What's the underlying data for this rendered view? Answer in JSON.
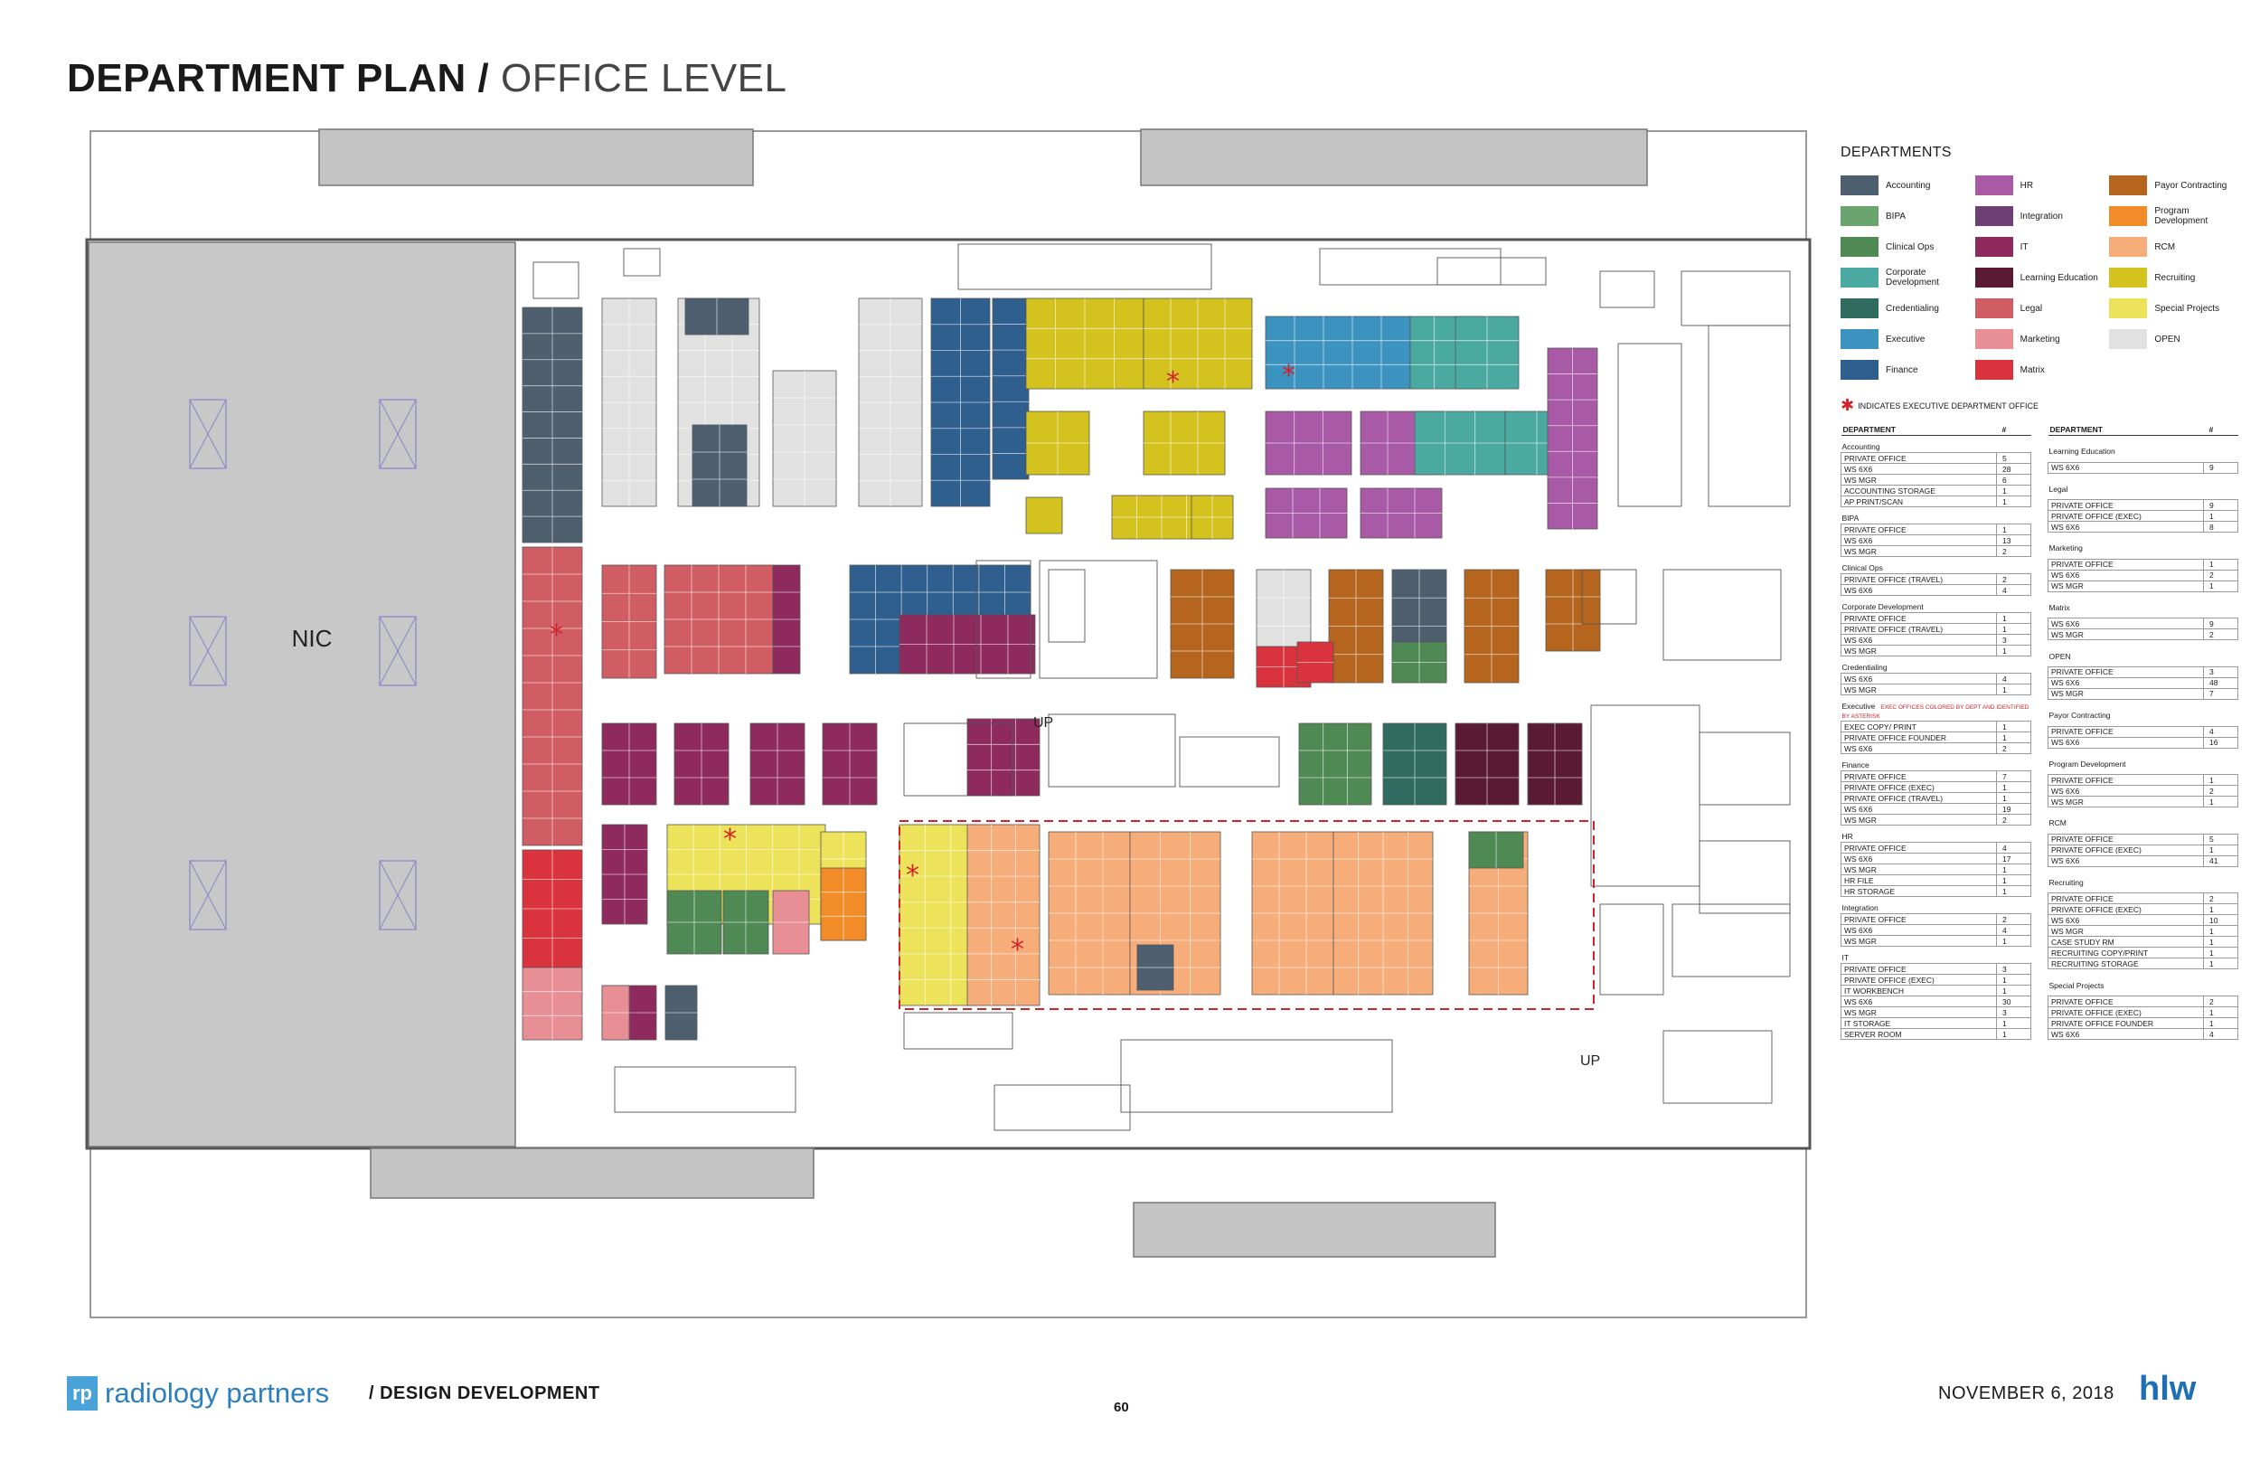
{
  "header": {
    "title_bold": "DEPARTMENT PLAN /",
    "title_light": "OFFICE LEVEL"
  },
  "plan_labels": {
    "nic": "NIC",
    "up": "UP"
  },
  "colors": {
    "Accounting": "#4e6070",
    "BIPA": "#6aa56f",
    "Clinical Ops": "#4f8a55",
    "Corporate Development": "#4aa9a0",
    "Credentialing": "#2f6b5e",
    "Executive": "#3d93c0",
    "Finance": "#2f5f8e",
    "HR": "#a85aa6",
    "Integration": "#6d3f73",
    "IT": "#8e2a5e",
    "Learning Education": "#5a1a33",
    "Legal": "#cf5d63",
    "Marketing": "#e88f96",
    "Matrix": "#d9333d",
    "Payor Contracting": "#b5651d",
    "Program Development": "#f28c28",
    "RCM": "#f7ad7a",
    "Recruiting": "#d4c21f",
    "Special Projects": "#ece35a",
    "OPEN": "#e1e1e1",
    "Core": "#bdbdbd",
    "Exec star": "#d1232a"
  },
  "legend": {
    "title": "DEPARTMENTS",
    "swatches": [
      {
        "name": "Accounting",
        "color": "#4e6070"
      },
      {
        "name": "HR",
        "color": "#a85aa6"
      },
      {
        "name": "Payor Contracting",
        "color": "#b5651d"
      },
      {
        "name": "BIPA",
        "color": "#6aa56f"
      },
      {
        "name": "Integration",
        "color": "#6d3f73"
      },
      {
        "name": "Program Development",
        "color": "#f28c28"
      },
      {
        "name": "Clinical Ops",
        "color": "#4f8a55"
      },
      {
        "name": "IT",
        "color": "#8e2a5e"
      },
      {
        "name": "RCM",
        "color": "#f7ad7a"
      },
      {
        "name": "Corporate Development",
        "color": "#4aa9a0"
      },
      {
        "name": "Learning Education",
        "color": "#5a1a33"
      },
      {
        "name": "Recruiting",
        "color": "#d4c21f"
      },
      {
        "name": "Credentialing",
        "color": "#2f6b5e"
      },
      {
        "name": "Legal",
        "color": "#cf5d63"
      },
      {
        "name": "Special Projects",
        "color": "#ece35a"
      },
      {
        "name": "Executive",
        "color": "#3d93c0"
      },
      {
        "name": "Marketing",
        "color": "#e88f96"
      },
      {
        "name": "OPEN",
        "color": "#e1e1e1"
      },
      {
        "name": "Finance",
        "color": "#2f5f8e"
      },
      {
        "name": "Matrix",
        "color": "#d9333d"
      }
    ],
    "exec_note": "INDICATES EXECUTIVE DEPARTMENT OFFICE",
    "table_header_dept": "DEPARTMENT",
    "table_header_num": "#",
    "left_table": [
      {
        "dept": "Accounting",
        "rows": [
          [
            "PRIVATE OFFICE",
            "5"
          ],
          [
            "WS 6X6",
            "28"
          ],
          [
            "WS MGR",
            "6"
          ],
          [
            "ACCOUNTING STORAGE",
            "1"
          ],
          [
            "AP PRINT/SCAN",
            "1"
          ]
        ]
      },
      {
        "dept": "BIPA",
        "rows": [
          [
            "PRIVATE OFFICE",
            "1"
          ],
          [
            "WS 6X6",
            "13"
          ],
          [
            "WS MGR",
            "2"
          ]
        ]
      },
      {
        "dept": "Clinical Ops",
        "rows": [
          [
            "PRIVATE OFFICE (TRAVEL)",
            "2"
          ],
          [
            "WS 6X6",
            "4"
          ]
        ]
      },
      {
        "dept": "Corporate Development",
        "rows": [
          [
            "PRIVATE OFFICE",
            "1"
          ],
          [
            "PRIVATE OFFICE (TRAVEL)",
            "1"
          ],
          [
            "WS 6X6",
            "3"
          ],
          [
            "WS MGR",
            "1"
          ]
        ]
      },
      {
        "dept": "Credentialing",
        "rows": [
          [
            "WS 6X6",
            "4"
          ],
          [
            "WS MGR",
            "1"
          ]
        ]
      },
      {
        "dept": "Executive",
        "rows": [
          [
            "EXEC COPY/ PRINT",
            "1"
          ],
          [
            "PRIVATE OFFICE FOUNDER",
            "1"
          ],
          [
            "WS 6X6",
            "2"
          ]
        ]
      },
      {
        "dept": "Finance",
        "rows": [
          [
            "PRIVATE OFFICE",
            "7"
          ],
          [
            "PRIVATE OFFICE (EXEC)",
            "1"
          ],
          [
            "PRIVATE OFFICE (TRAVEL)",
            "1"
          ],
          [
            "WS 6X6",
            "19"
          ],
          [
            "WS MGR",
            "2"
          ]
        ]
      },
      {
        "dept": "HR",
        "rows": [
          [
            "PRIVATE OFFICE",
            "4"
          ],
          [
            "WS 6X6",
            "17"
          ],
          [
            "WS MGR",
            "1"
          ],
          [
            "HR FILE",
            "1"
          ],
          [
            "HR STORAGE",
            "1"
          ]
        ]
      },
      {
        "dept": "Integration",
        "rows": [
          [
            "PRIVATE OFFICE",
            "2"
          ],
          [
            "WS 6X6",
            "4"
          ],
          [
            "WS MGR",
            "1"
          ]
        ]
      },
      {
        "dept": "IT",
        "rows": [
          [
            "PRIVATE OFFICE",
            "3"
          ],
          [
            "PRIVATE OFFICE (EXEC)",
            "1"
          ],
          [
            "IT WORKBENCH",
            "1"
          ],
          [
            "WS 6X6",
            "30"
          ],
          [
            "WS MGR",
            "3"
          ],
          [
            "IT STORAGE",
            "1"
          ],
          [
            "SERVER ROOM",
            "1"
          ]
        ]
      }
    ],
    "executive_note": "EXEC OFFICES COLORED BY DEPT AND IDENTIFIED BY ASTERISK",
    "right_table": [
      {
        "dept": "Learning Education",
        "rows": [
          [
            "WS 6X6",
            "9"
          ]
        ]
      },
      {
        "dept": "Legal",
        "rows": [
          [
            "PRIVATE OFFICE",
            "9"
          ],
          [
            "PRIVATE OFFICE (EXEC)",
            "1"
          ],
          [
            "WS 6X6",
            "8"
          ]
        ]
      },
      {
        "dept": "Marketing",
        "rows": [
          [
            "PRIVATE OFFICE",
            "1"
          ],
          [
            "WS 6X6",
            "2"
          ],
          [
            "WS MGR",
            "1"
          ]
        ]
      },
      {
        "dept": "Matrix",
        "rows": [
          [
            "WS 6X6",
            "9"
          ],
          [
            "WS MGR",
            "2"
          ]
        ]
      },
      {
        "dept": "OPEN",
        "rows": [
          [
            "PRIVATE OFFICE",
            "3"
          ],
          [
            "WS 6X6",
            "48"
          ],
          [
            "WS MGR",
            "7"
          ]
        ]
      },
      {
        "dept": "Payor Contracting",
        "rows": [
          [
            "PRIVATE OFFICE",
            "4"
          ],
          [
            "WS 6X6",
            "16"
          ]
        ]
      },
      {
        "dept": "Program Development",
        "rows": [
          [
            "PRIVATE OFFICE",
            "1"
          ],
          [
            "WS 6X6",
            "2"
          ],
          [
            "WS MGR",
            "1"
          ]
        ]
      },
      {
        "dept": "RCM",
        "rows": [
          [
            "PRIVATE OFFICE",
            "5"
          ],
          [
            "PRIVATE OFFICE (EXEC)",
            "1"
          ],
          [
            "WS 6X6",
            "41"
          ]
        ]
      },
      {
        "dept": "Recruiting",
        "rows": [
          [
            "PRIVATE OFFICE",
            "2"
          ],
          [
            "PRIVATE OFFICE (EXEC)",
            "1"
          ],
          [
            "WS 6X6",
            "10"
          ],
          [
            "WS MGR",
            "1"
          ],
          [
            "CASE STUDY RM",
            "1"
          ],
          [
            "RECRUITING COPY/PRINT",
            "1"
          ],
          [
            "RECRUITING STORAGE",
            "1"
          ]
        ]
      },
      {
        "dept": "Special Projects",
        "rows": [
          [
            "PRIVATE OFFICE",
            "2"
          ],
          [
            "PRIVATE OFFICE (EXEC)",
            "1"
          ],
          [
            "PRIVATE OFFICE FOUNDER",
            "1"
          ],
          [
            "WS 6X6",
            "4"
          ]
        ]
      }
    ]
  },
  "footer": {
    "logo_mark": "rp",
    "logo_text": "radiology partners",
    "subtitle": "/ DESIGN DEVELOPMENT",
    "page_number": "60",
    "date": "NOVEMBER 6, 2018",
    "firm": "hlw"
  }
}
